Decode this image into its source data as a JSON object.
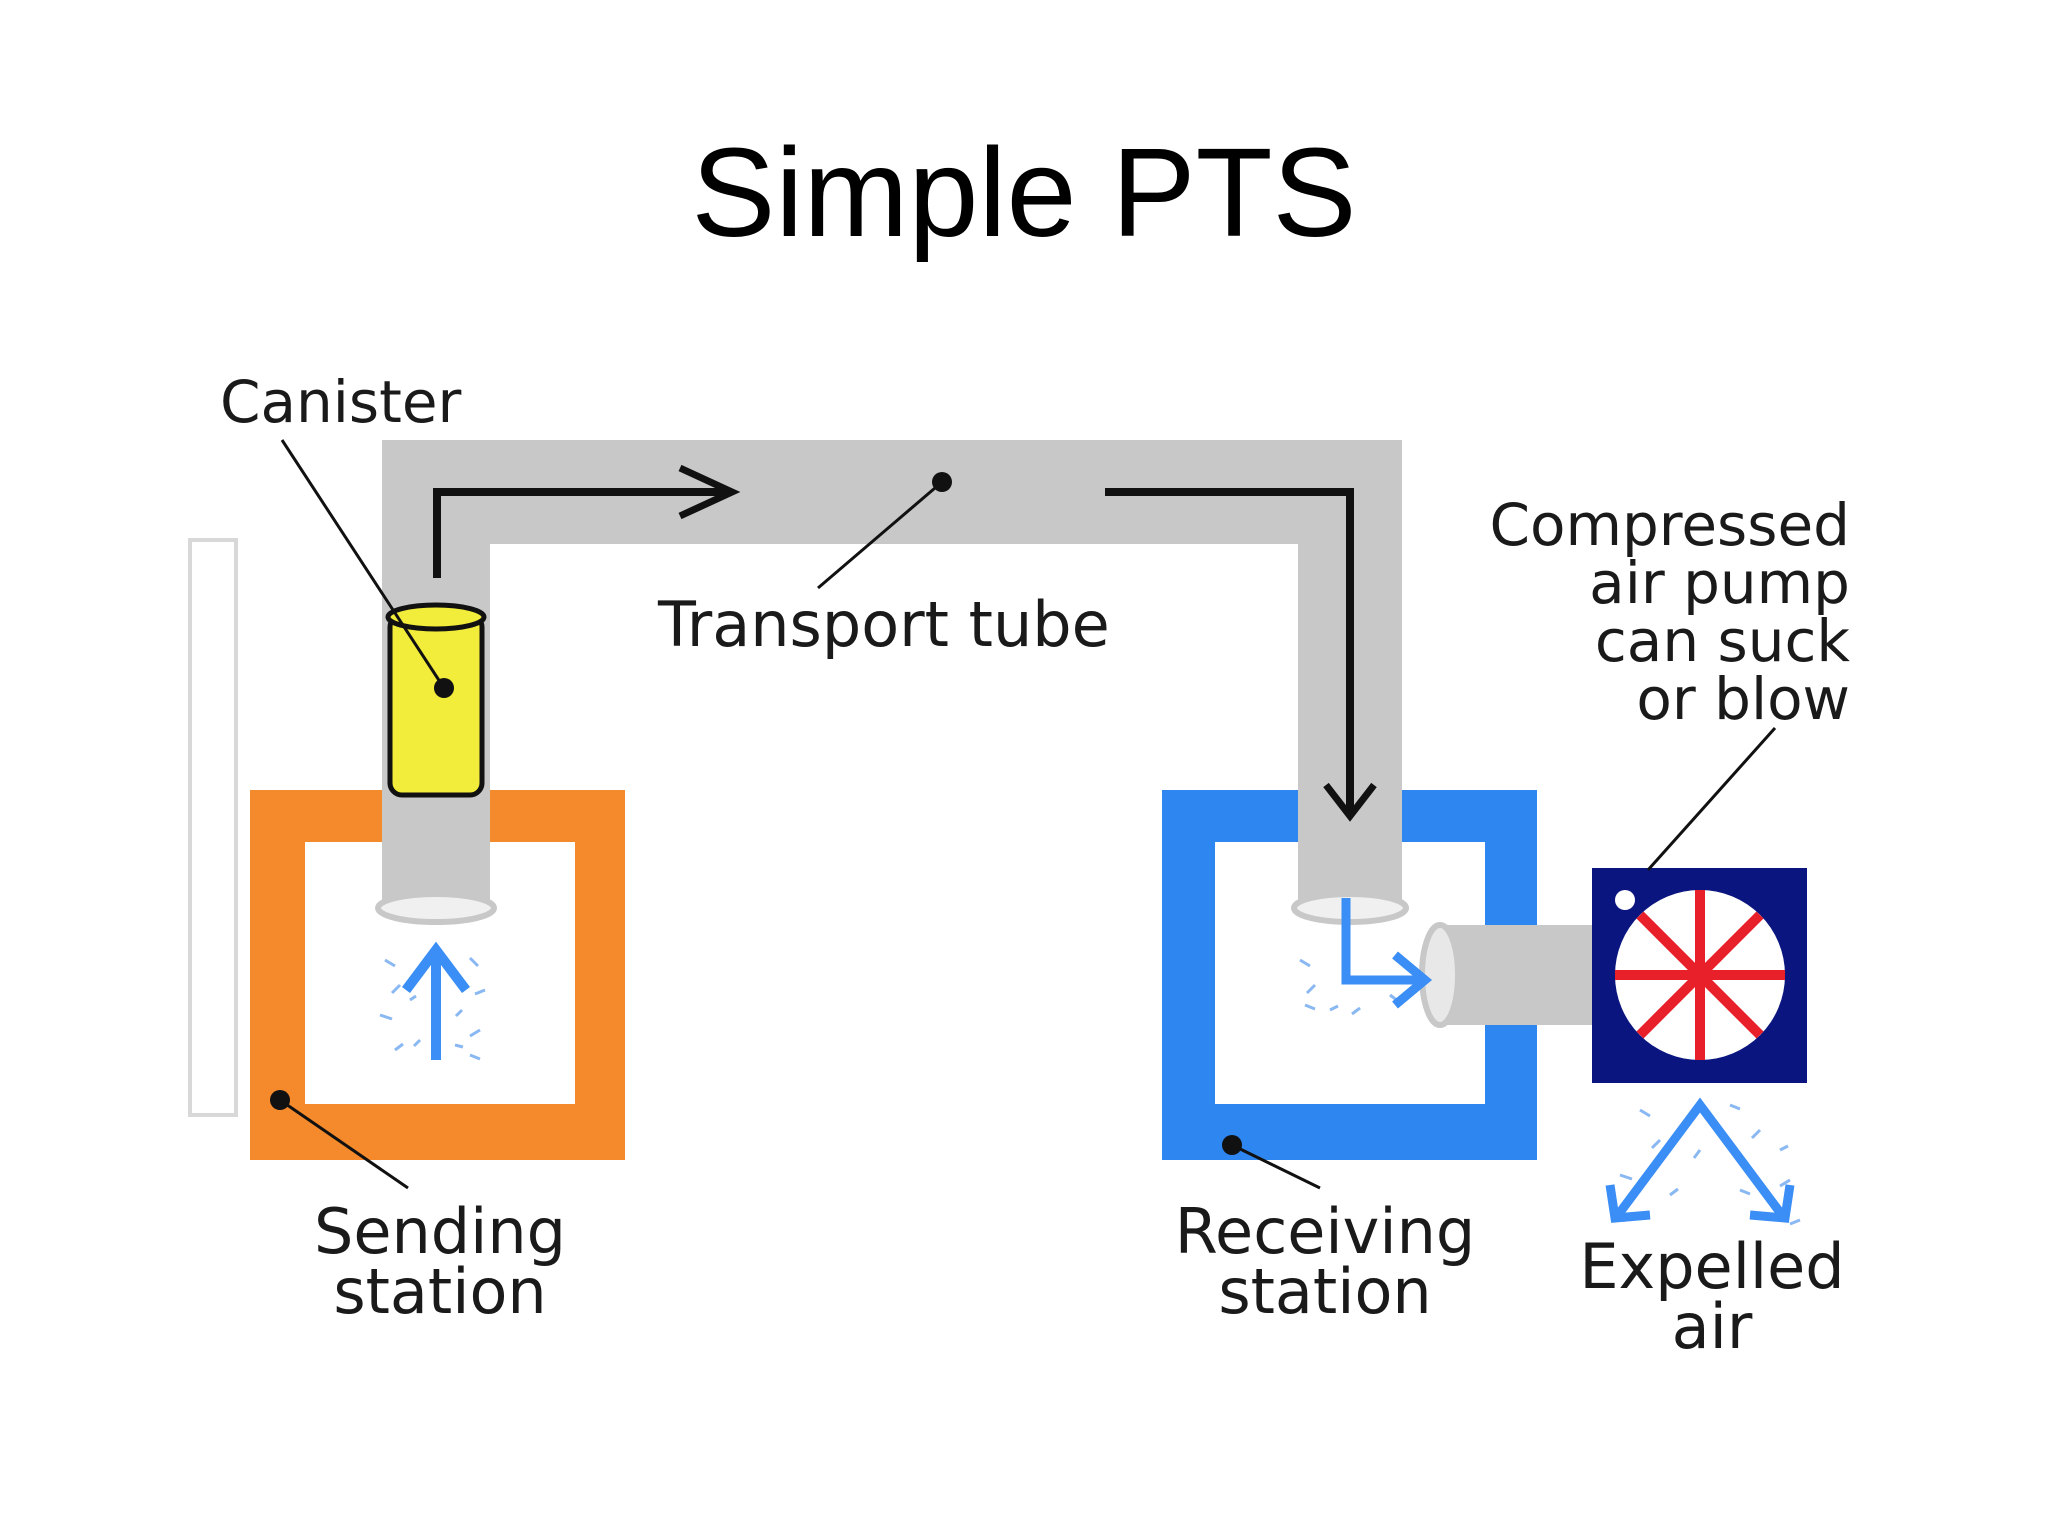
{
  "slide": {
    "title": "Simple PTS"
  },
  "diagram": {
    "labels": {
      "canister": "Canister",
      "transport_tube": "Transport tube",
      "compressed_air_pump": [
        "Compressed",
        "air pump",
        "can suck",
        "or blow"
      ],
      "sending_station": [
        "Sending",
        "station"
      ],
      "receiving_station": [
        "Receiving",
        "station"
      ],
      "expelled_air": [
        "Expelled",
        "air"
      ]
    },
    "colors": {
      "tube": "#c8c8c8",
      "canister": "#f2ec3a",
      "sending_station": "#f58a2c",
      "receiving_station": "#2e86f0",
      "pump_box": "#0b1580",
      "pump_spokes": "#e8202a",
      "air_flow": "#3a8ef5"
    }
  }
}
